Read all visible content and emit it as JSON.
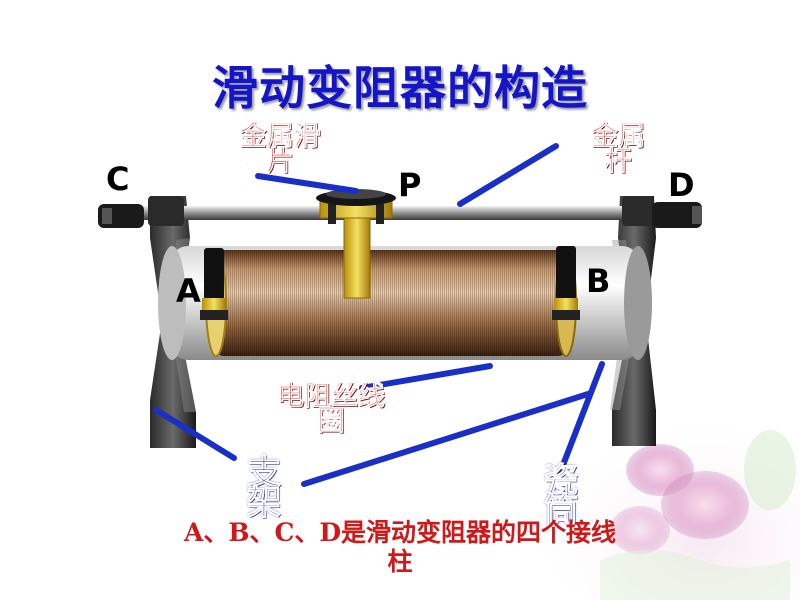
{
  "title": "滑动变阻器的构造",
  "labels": {
    "slider": [
      "金属滑",
      "片"
    ],
    "rod": [
      "金属",
      "杆"
    ],
    "coil": [
      "电阻丝线",
      "圈"
    ],
    "support": [
      "支",
      "架"
    ],
    "tube": [
      "瓷",
      "筒"
    ]
  },
  "terminals": {
    "a": "A",
    "b": "B",
    "c": "C",
    "d": "D",
    "p": "P"
  },
  "caption": [
    "A、B、C、D是滑动变阻器的四个接线",
    "柱"
  ],
  "colors": {
    "title": "#1414c8",
    "red_label": "#e02020",
    "blue_label": "#1e1ea8",
    "pointer": "#1a2ec8"
  }
}
